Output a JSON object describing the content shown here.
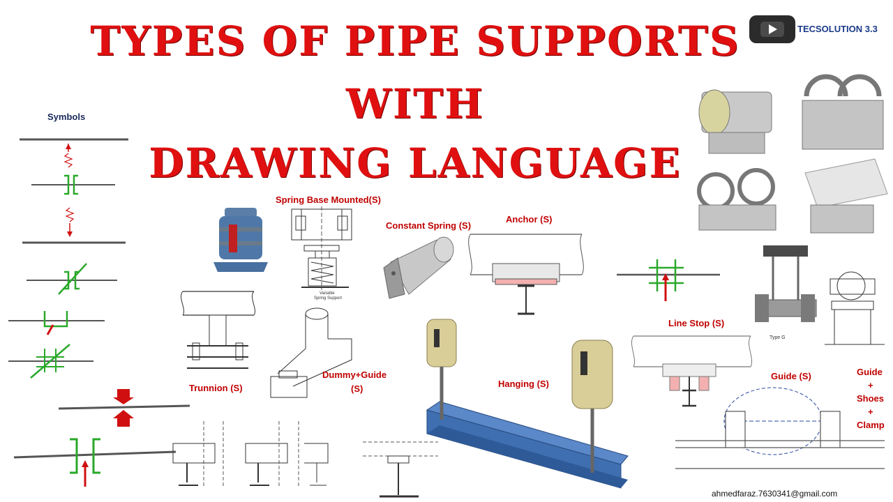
{
  "title": {
    "line1": "TYPES OF PIPE SUPPORTS",
    "line2": "WITH",
    "line3": "DRAWING LANGUAGE"
  },
  "brand": {
    "name": "TECSOLUTION 3.3"
  },
  "symbols_heading": "Symbols",
  "labels": {
    "spring_base": "Spring Base Mounted(S)",
    "constant_spring": "Constant Spring (S)",
    "anchor": "Anchor (S)",
    "trunnion": "Trunnion (S)",
    "dummy_guide_1": "Dummy+Guide",
    "dummy_guide_2": "(S)",
    "hanging": "Hanging (S)",
    "line_stop": "Line Stop (S)",
    "guide": "Guide (S)",
    "guide_shoes_1": "Guide",
    "guide_shoes_2": "+",
    "guide_shoes_3": "Shoes",
    "guide_shoes_4": "+",
    "guide_shoes_5": "Clamp",
    "type_g": "Type G",
    "variable_spring_1": "Variable",
    "variable_spring_2": "Spring Support"
  },
  "footer": {
    "email": "ahmedfaraz.7630341@gmail.com"
  },
  "colors": {
    "title": "#e01010",
    "label": "#c00000",
    "symbol_green": "#2aa82a",
    "symbol_red": "#d01010",
    "steel_blue": "#3f6fb0"
  }
}
